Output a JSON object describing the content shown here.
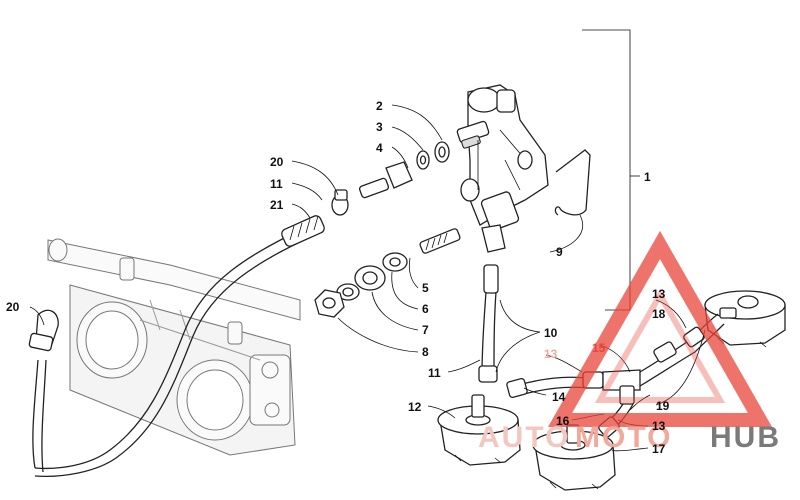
{
  "callouts": [
    {
      "id": "c1",
      "text": "1"
    },
    {
      "id": "c2",
      "text": "2"
    },
    {
      "id": "c3",
      "text": "3"
    },
    {
      "id": "c4",
      "text": "4"
    },
    {
      "id": "c5",
      "text": "5"
    },
    {
      "id": "c6",
      "text": "6"
    },
    {
      "id": "c7",
      "text": "7"
    },
    {
      "id": "c8",
      "text": "8"
    },
    {
      "id": "c9",
      "text": "9"
    },
    {
      "id": "c10",
      "text": "10"
    },
    {
      "id": "c11a",
      "text": "11"
    },
    {
      "id": "c11b",
      "text": "11"
    },
    {
      "id": "c12",
      "text": "12"
    },
    {
      "id": "c13a",
      "text": "13"
    },
    {
      "id": "c13b",
      "text": "13"
    },
    {
      "id": "c13c",
      "text": "13"
    },
    {
      "id": "c14",
      "text": "14"
    },
    {
      "id": "c15",
      "text": "15"
    },
    {
      "id": "c16",
      "text": "16"
    },
    {
      "id": "c17",
      "text": "17"
    },
    {
      "id": "c18",
      "text": "18"
    },
    {
      "id": "c19",
      "text": "19"
    },
    {
      "id": "c20a",
      "text": "20"
    },
    {
      "id": "c20b",
      "text": "20"
    },
    {
      "id": "c21",
      "text": "21"
    }
  ],
  "watermark": {
    "text_a": "AUTO",
    "text_b": "MOTO",
    "text_c": "HUB",
    "color_a": "#f2c7bf",
    "color_b": "#f0a99b",
    "color_c": "#7a7a7a",
    "triangle_color": "#e8443a"
  }
}
